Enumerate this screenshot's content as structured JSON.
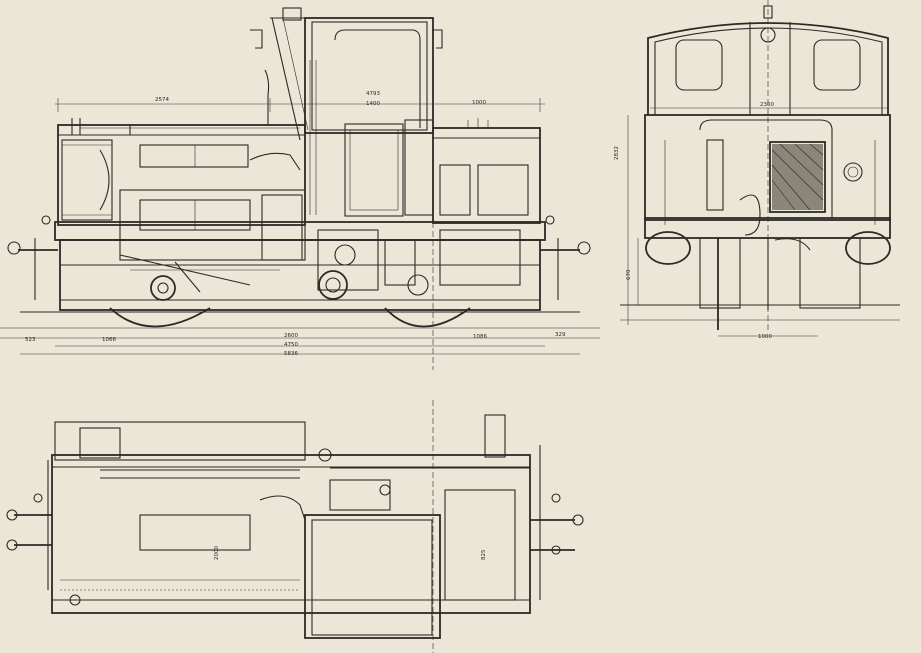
{
  "side_view": {
    "dims_top": [
      "2574",
      "4793",
      "1400",
      "1000"
    ],
    "dims_bottom": [
      "523",
      "1066",
      "2600",
      "4750",
      "5836",
      "1086",
      "329"
    ]
  },
  "front_view": {
    "dims": [
      "2300",
      "2832",
      "670",
      "1000"
    ]
  },
  "plan_view": {
    "dims": [
      "2000",
      "825"
    ]
  },
  "colors": {
    "paper": "#ece6d6",
    "ink": "#2b2a26"
  }
}
